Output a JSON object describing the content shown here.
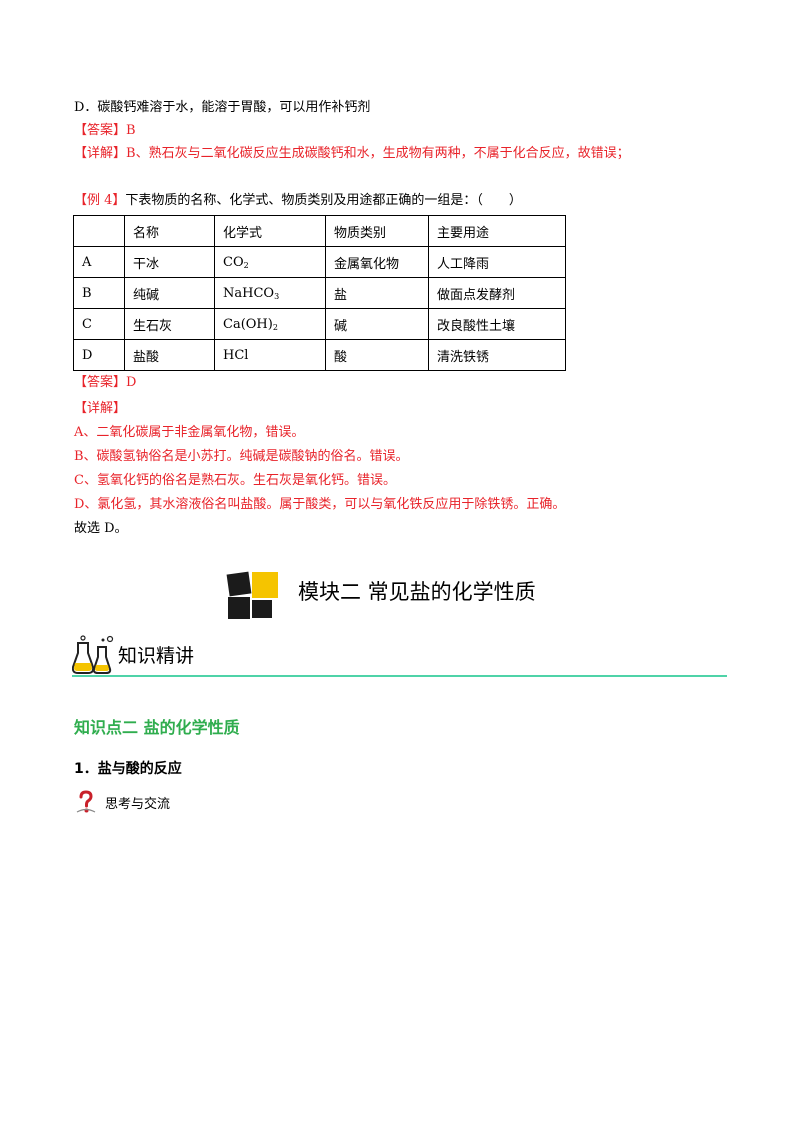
{
  "option_d": "D．碳酸钙难溶于水，能溶于胃酸，可以用作补钙剂",
  "answer1": {
    "label": "【答案】",
    "value": "B"
  },
  "detail1": {
    "label": "【详解】",
    "text": "B、熟石灰与二氧化碳反应生成碳酸钙和水，生成物有两种，不属于化合反应，故错误；"
  },
  "example4": {
    "label": "【例 4】",
    "text": "下表物质的名称、化学式、物质类别及用途都正确的一组是：（　　）"
  },
  "table": {
    "header": [
      "",
      "名称",
      "化学式",
      "物质类别",
      "主要用途"
    ],
    "rows": [
      {
        "opt": "A",
        "name": "干冰",
        "formula_main": "CO",
        "formula_sub": "2",
        "formula_tail": "",
        "category": "金属氧化物",
        "use": "人工降雨"
      },
      {
        "opt": "B",
        "name": "纯碱",
        "formula_main": "NaHCO",
        "formula_sub": "3",
        "formula_tail": "",
        "category": "盐",
        "use": "做面点发酵剂"
      },
      {
        "opt": "C",
        "name": "生石灰",
        "formula_main": "Ca(OH)",
        "formula_sub": "2",
        "formula_tail": "",
        "category": "碱",
        "use": "改良酸性土壤"
      },
      {
        "opt": "D",
        "name": "盐酸",
        "formula_main": "HCl",
        "formula_sub": "",
        "formula_tail": "",
        "category": "酸",
        "use": "清洗铁锈"
      }
    ]
  },
  "answer2": {
    "label": "【答案】",
    "value": "D"
  },
  "detail2": {
    "label": "【详解】",
    "lines": [
      "A、二氧化碳属于非金属氧化物，错误。",
      "B、碳酸氢钠俗名是小苏打。纯碱是碳酸钠的俗名。错误。",
      "C、氢氧化钙的俗名是熟石灰。生石灰是氧化钙。错误。",
      "D、氯化氢，其水溶液俗名叫盐酸。属于酸类，可以与氧化铁反应用于除铁锈。正确。"
    ],
    "conclusion": "故选 D。"
  },
  "module": {
    "title": "模块二  常见盐的化学性质"
  },
  "section_header": "知识精讲",
  "knowledge_point": "知识点二  盐的化学性质",
  "subsection": "1．盐与酸的反应",
  "think": "思考与交流",
  "colors": {
    "red": "#e8232a",
    "green": "#2fad4e",
    "rule": "#4fd3a8",
    "module_yellow": "#f5c400",
    "module_dark": "#1b1b1b"
  }
}
